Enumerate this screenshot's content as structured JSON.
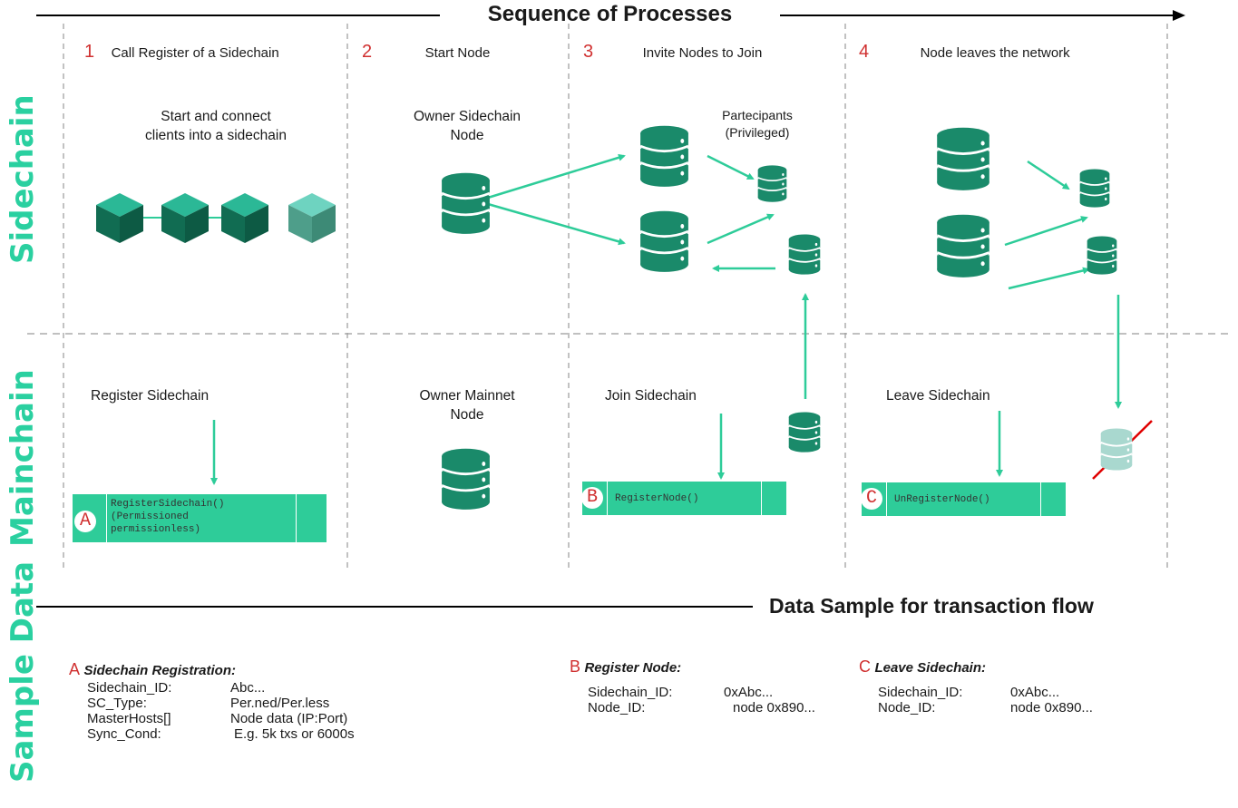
{
  "header": {
    "title": "Sequence of Processes"
  },
  "bands": {
    "sidechain": "Sidechain",
    "mainchain": "Mainchain",
    "sample": "Sample Data"
  },
  "steps": [
    {
      "num": "1",
      "label": "Call Register of a Sidechain"
    },
    {
      "num": "2",
      "label": "Start Node"
    },
    {
      "num": "3",
      "label": "Invite Nodes to Join"
    },
    {
      "num": "4",
      "label": "Node leaves the network"
    }
  ],
  "sidechain": {
    "clients_text": "Start and connect\nclients into a sidechain",
    "owner_sidechain": "Owner Sidechain\nNode",
    "participants": "Partecipants\n(Privileged)"
  },
  "mainchain": {
    "register_sidechain": "Register Sidechain",
    "owner_mainnet": "Owner Mainnet\nNode",
    "join_sidechain": "Join Sidechain",
    "leave_sidechain": "Leave Sidechain"
  },
  "transactions": [
    {
      "badge": "A",
      "label": "RegisterSidechain()\n(Permissioned\npermissionless)"
    },
    {
      "badge": "B",
      "label": "RegisterNode()"
    },
    {
      "badge": "C",
      "label": "UnRegisterNode()"
    }
  ],
  "data_sample": {
    "title": "Data Sample for transaction flow",
    "A": {
      "letter": "A",
      "title": "Sidechain Registration:",
      "rows": [
        [
          "Sidechain_ID:",
          "Abc..."
        ],
        [
          "SC_Type:",
          "Per.ned/Per.less"
        ],
        [
          "MasterHosts[]",
          "Node data (IP:Port)"
        ],
        [
          "Sync_Cond:",
          "E.g. 5k txs or 6000s"
        ]
      ]
    },
    "B": {
      "letter": "B",
      "title": "Register Node:",
      "rows": [
        [
          "Sidechain_ID:",
          "0xAbc..."
        ],
        [
          "Node_ID:",
          "node 0x890..."
        ]
      ]
    },
    "C": {
      "letter": "C",
      "title": "Leave Sidechain:",
      "rows": [
        [
          "Sidechain_ID:",
          "0xAbc..."
        ],
        [
          "Node_ID:",
          "node 0x890..."
        ]
      ]
    }
  },
  "colors": {
    "accent": "#2ad0a0",
    "node": "#1a8a6a",
    "tx": "#2ecc99",
    "number": "#d03030"
  }
}
